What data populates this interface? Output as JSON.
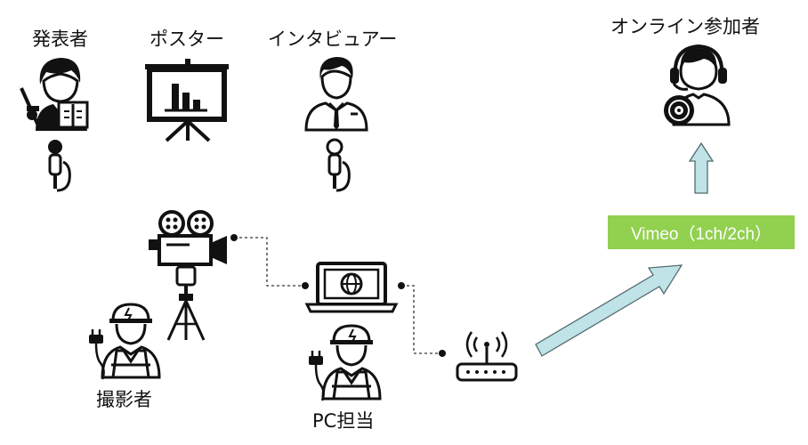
{
  "labels": {
    "presenter": "発表者",
    "poster": "ポスター",
    "interviewer": "インタビュアー",
    "online_participants": "オンライン参加者",
    "camera_operator": "撮影者",
    "pc_operator": "PC担当"
  },
  "stream_badge": {
    "text": "Vimeo（1ch/2ch）",
    "color": "#92d050"
  },
  "colors": {
    "arrow_fill": "#bfe3e6",
    "arrow_stroke": "#556b70",
    "icon": "#111111",
    "connector": "#333333"
  },
  "icons": [
    "presenter-icon",
    "poster-board-icon",
    "interviewer-icon",
    "online-participant-icon",
    "microphone-icon",
    "video-camera-icon",
    "tripod-icon",
    "laptop-icon",
    "router-icon",
    "worker-icon",
    "plug-icon"
  ]
}
